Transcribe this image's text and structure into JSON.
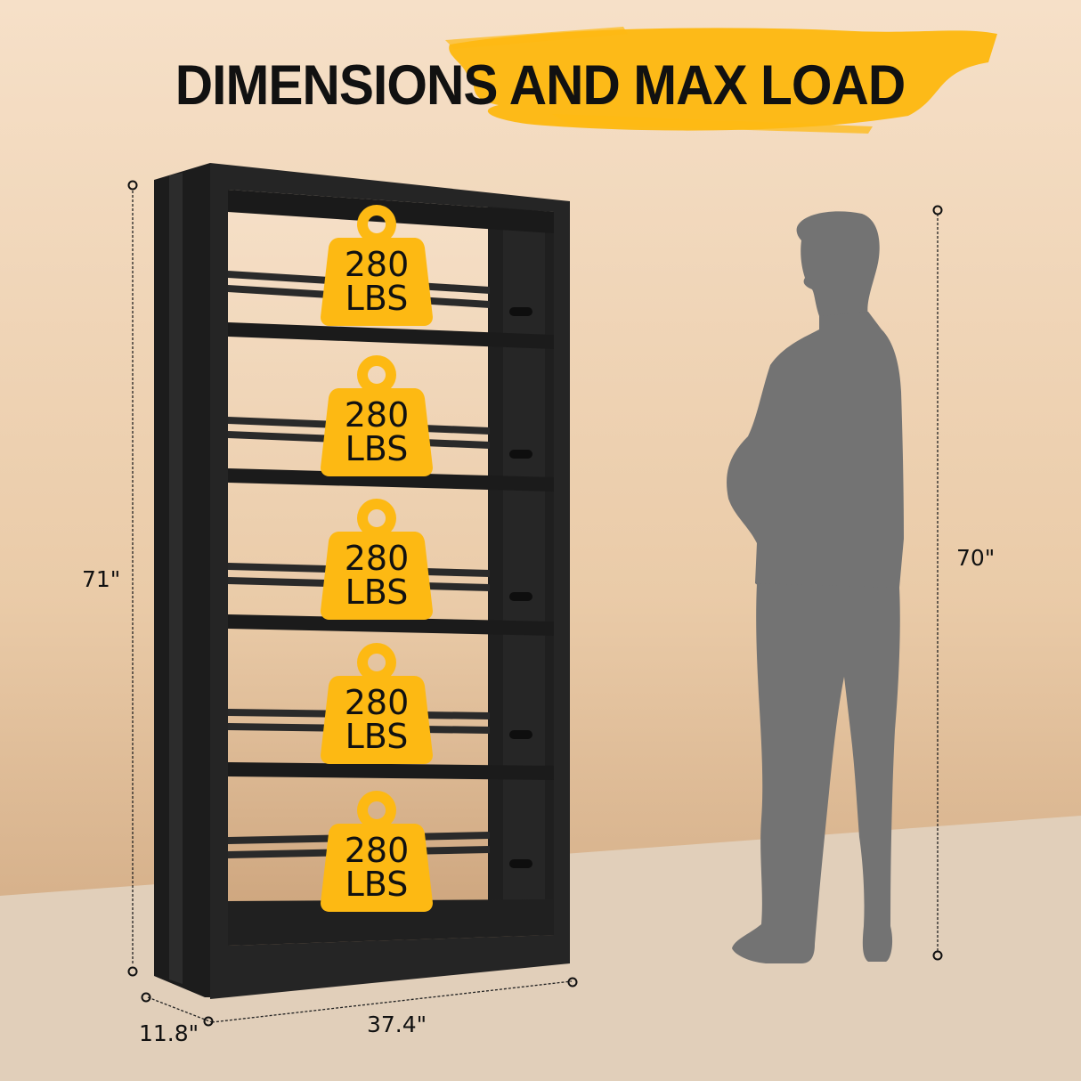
{
  "title": "DIMENSIONS AND MAX LOAD",
  "colors": {
    "wall_top": "#F5DFC7",
    "wall_bottom": "#CFA67C",
    "floor": "#E1CFBA",
    "accent_yellow": "#FDB913",
    "shelf_black": "#222222",
    "silhouette_gray": "#737373"
  },
  "shelf": {
    "height_label": "71\"",
    "depth_label": "11.8\"",
    "width_label": "37.4\"",
    "tiers": [
      {
        "load_value": "280",
        "load_unit": "LBS"
      },
      {
        "load_value": "280",
        "load_unit": "LBS"
      },
      {
        "load_value": "280",
        "load_unit": "LBS"
      },
      {
        "load_value": "280",
        "load_unit": "LBS"
      },
      {
        "load_value": "280",
        "load_unit": "LBS"
      }
    ],
    "load_icon": "weight-icon"
  },
  "person": {
    "height_label": "70\"",
    "icon": "person-silhouette-icon"
  }
}
